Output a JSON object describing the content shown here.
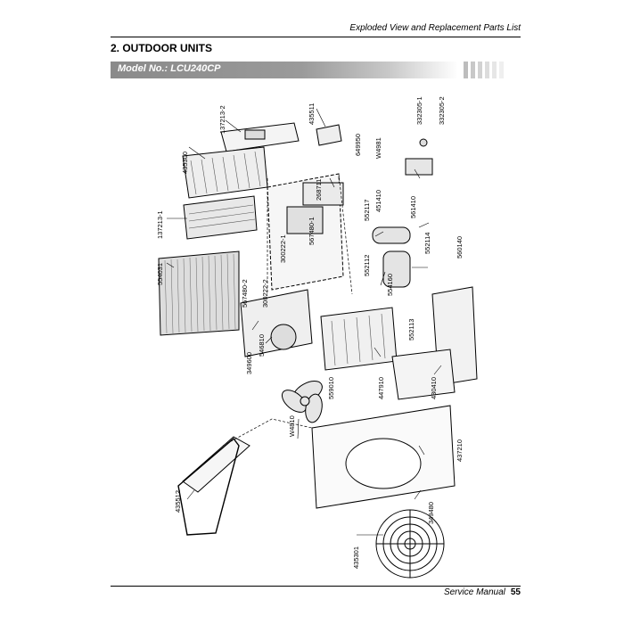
{
  "header": {
    "title": "Exploded View and Replacement Parts List"
  },
  "section": {
    "title": "2. OUTDOOR UNITS"
  },
  "model": {
    "label": "Model No.: LCU240CP"
  },
  "footer": {
    "manual": "Service Manual",
    "page": "55"
  },
  "diagram": {
    "part_labels": [
      "137213-2",
      "435300",
      "137213-1",
      "554031",
      "349600",
      "546810",
      "W4810",
      "435512",
      "435511",
      "649950",
      "W4981",
      "332305-1",
      "332305-2",
      "268711",
      "567480-1",
      "567480-2",
      "300222-1",
      "300222-2",
      "552117",
      "451410",
      "552114",
      "561410",
      "552112",
      "554160",
      "560140",
      "552113",
      "559010",
      "447910",
      "430410",
      "437210",
      "349480",
      "435301"
    ]
  }
}
